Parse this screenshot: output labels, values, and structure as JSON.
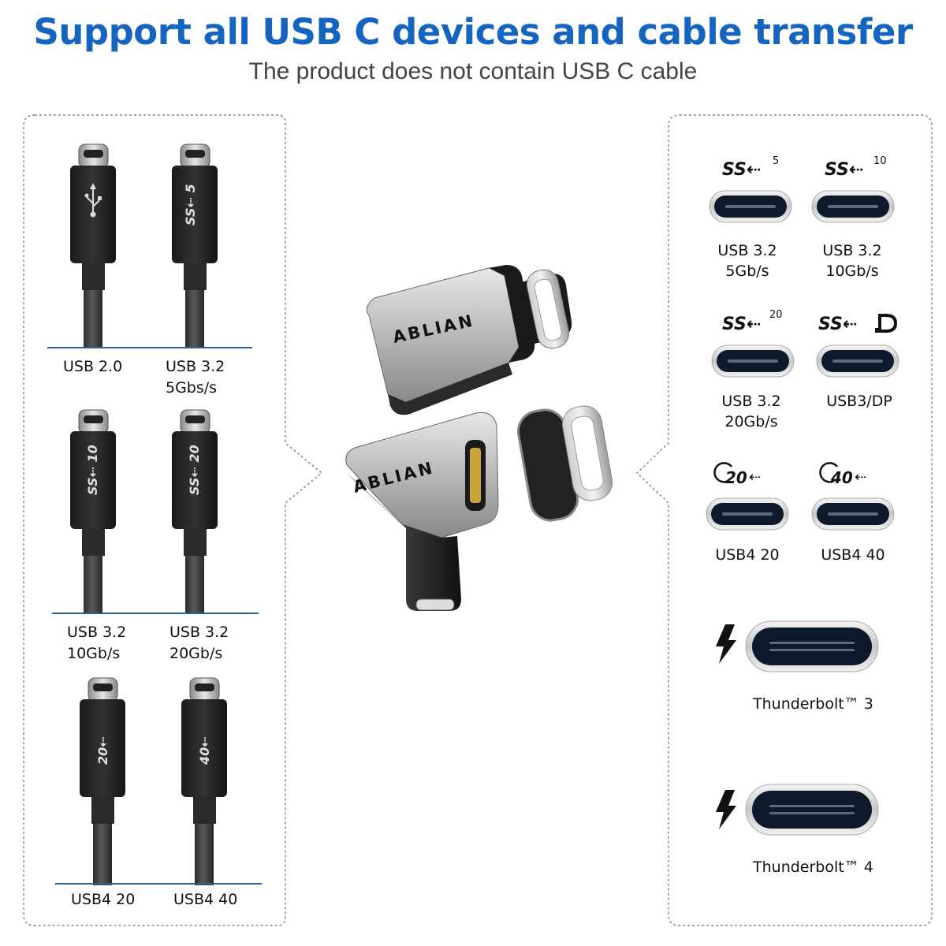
{
  "header": {
    "title": "Support all USB C devices and cable transfer",
    "subtitle": "The product does not contain USB C cable"
  },
  "left_panel": {
    "cables": [
      {
        "label_line1": "USB 2.0",
        "label_line2": "",
        "logo": "usb-trident-icon"
      },
      {
        "label_line1": "USB 3.2",
        "label_line2": "5Gbs/s",
        "logo": "ss-5-icon"
      },
      {
        "label_line1": "USB 3.2",
        "label_line2": "10Gb/s",
        "logo": "ss-10-icon"
      },
      {
        "label_line1": "USB 3.2",
        "label_line2": "20Gb/s",
        "logo": "ss-20-icon"
      },
      {
        "label_line1": "USB4 20",
        "label_line2": "",
        "logo": "usb4-20-icon"
      },
      {
        "label_line1": "USB4 40",
        "label_line2": "",
        "logo": "usb4-40-icon"
      }
    ]
  },
  "center": {
    "brand": "ABLIAN"
  },
  "right_panel": {
    "ports": [
      {
        "label_line1": "USB 3.2",
        "label_line2": "5Gb/s",
        "logo": "ss-5-icon",
        "logo_text": "5"
      },
      {
        "label_line1": "USB 3.2",
        "label_line2": "10Gb/s",
        "logo": "ss-10-icon",
        "logo_text": "10"
      },
      {
        "label_line1": "USB 3.2",
        "label_line2": "20Gb/s",
        "logo": "ss-20-icon",
        "logo_text": "20"
      },
      {
        "label_line1": "USB3/DP",
        "label_line2": "",
        "logo": "ss-displayport-icon",
        "logo_text": ""
      },
      {
        "label_line1": "USB4 20",
        "label_line2": "",
        "logo": "usb4-20-icon",
        "logo_text": "20"
      },
      {
        "label_line1": "USB4 40",
        "label_line2": "",
        "logo": "usb4-40-icon",
        "logo_text": "40"
      }
    ],
    "thunderbolt": [
      {
        "label": "Thunderbolt™  3"
      },
      {
        "label": "Thunderbolt™ 4"
      }
    ]
  },
  "colors": {
    "title": "#1565c0",
    "rule": "#2f5e8f",
    "panel_border": "#888888"
  }
}
